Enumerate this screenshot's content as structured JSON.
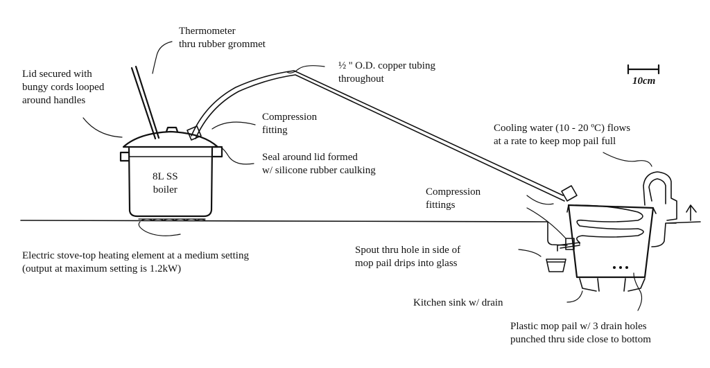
{
  "labels": {
    "thermometer": [
      "Thermometer",
      "thru rubber grommet"
    ],
    "lid": [
      "Lid secured with",
      "bungy cords looped",
      "around handles"
    ],
    "tubing": [
      "½ '' O.D. copper tubing",
      "throughout"
    ],
    "compression_fitting": [
      "Compression",
      "fitting"
    ],
    "seal": [
      "Seal around lid formed",
      "w/ silicone rubber caulking"
    ],
    "boiler": [
      "8L SS",
      "boiler"
    ],
    "heating": [
      "Electric stove-top heating element at a medium setting",
      "(output at maximum setting is 1.2kW)"
    ],
    "scale": "10cm",
    "cooling": [
      "Cooling water (10 - 20 ºC) flows",
      "at a rate to keep mop pail full"
    ],
    "compression_fittings": [
      "Compression",
      "fittings"
    ],
    "spout": [
      "Spout thru hole in side of",
      "mop pail drips into glass"
    ],
    "sink": "Kitchen sink w/ drain",
    "pail": [
      "Plastic mop pail w/ 3 drain holes",
      "punched thru side close to bottom"
    ]
  }
}
